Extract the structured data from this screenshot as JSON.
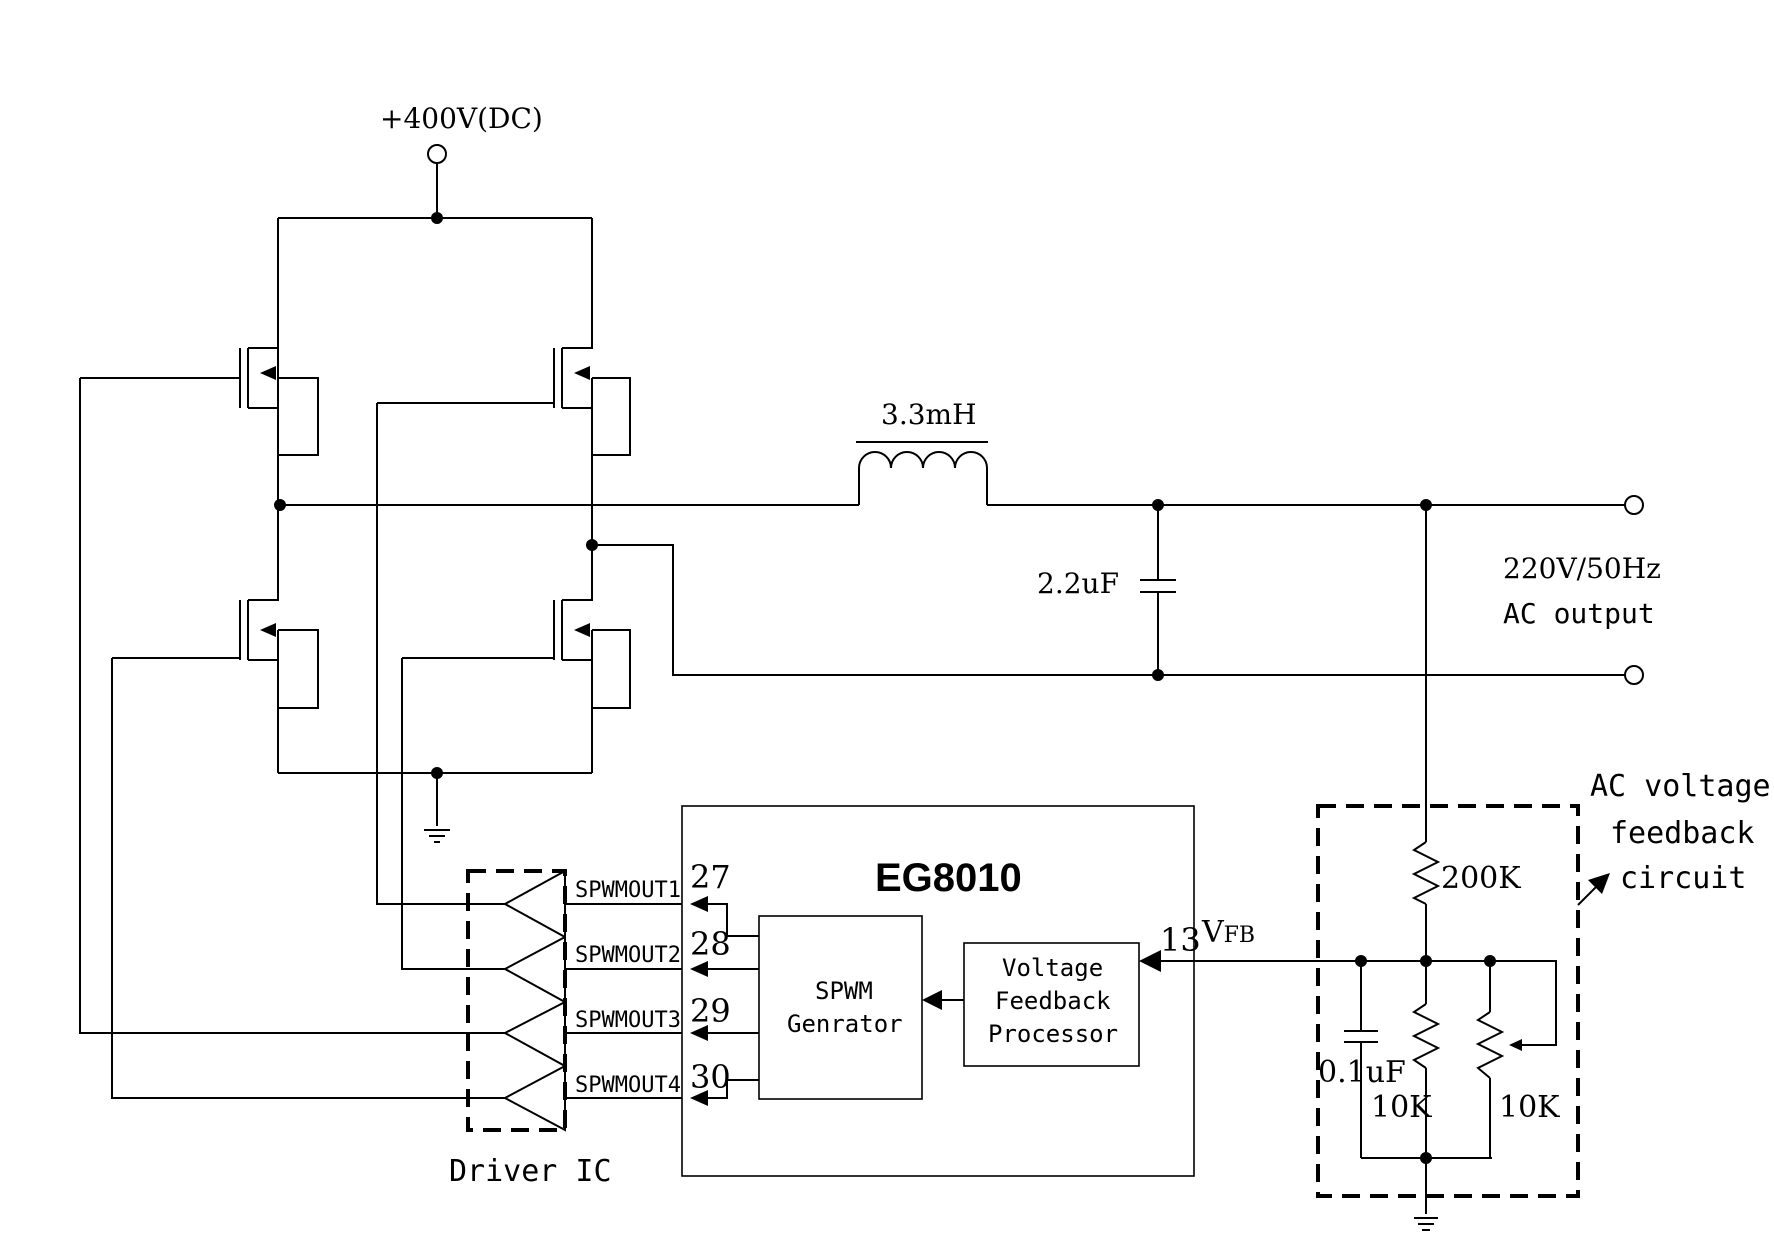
{
  "supply": {
    "label": "+400V(DC)"
  },
  "inductor": {
    "label": "3.3mH"
  },
  "capacitor": {
    "label": "2.2uF"
  },
  "output": {
    "line1": "220V/50Hz",
    "line2": "AC output"
  },
  "ic": {
    "name": "EG8010",
    "spwm_block": {
      "line1": "SPWM",
      "line2": "Genrator"
    },
    "vfb_block": {
      "line1": "Voltage",
      "line2": "Feedback",
      "line3": "Processor"
    },
    "pins": [
      {
        "number": "27",
        "name": "SPWMOUT1"
      },
      {
        "number": "28",
        "name": "SPWMOUT2"
      },
      {
        "number": "29",
        "name": "SPWMOUT3"
      },
      {
        "number": "30",
        "name": "SPWMOUT4"
      }
    ],
    "vfb_pin": {
      "number": "13",
      "name_main": "V",
      "name_sub": "FB"
    }
  },
  "driver": {
    "label": "Driver IC"
  },
  "feedback": {
    "title_line1": "AC voltage",
    "title_line2": "feedback",
    "title_line3": "circuit",
    "r_top": "200K",
    "c_filter": "0.1uF",
    "r_bottom": "10K",
    "r_pot": "10K"
  }
}
